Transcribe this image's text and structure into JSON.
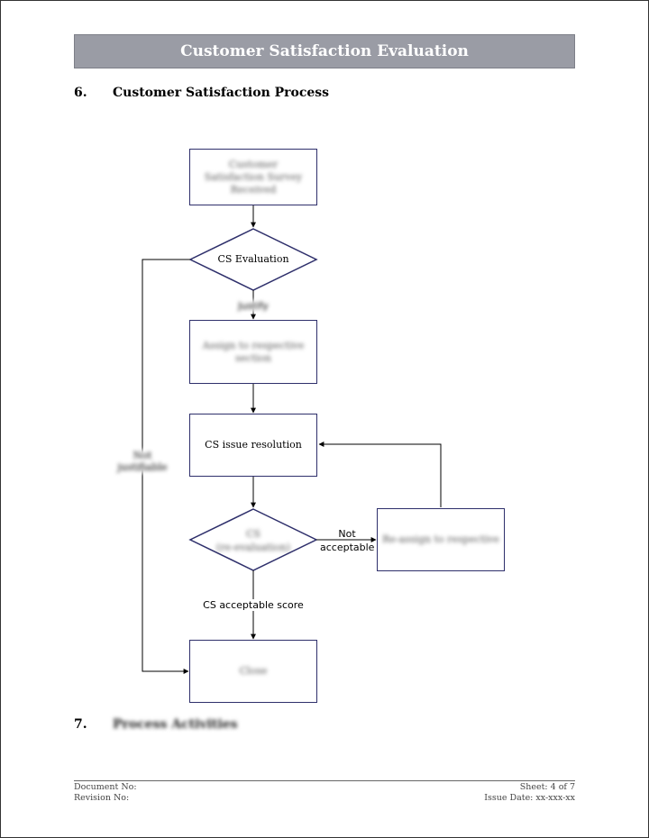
{
  "header": {
    "title": "Customer Satisfaction Evaluation"
  },
  "section6": {
    "number": "6.",
    "title": "Customer Satisfaction Process"
  },
  "section7": {
    "number": "7.",
    "title": "Process Activities"
  },
  "flowchart": {
    "start_box": "Customer Satisfaction Survey Received",
    "decision_1": "CS Evaluation",
    "label_justify": "Justify",
    "label_not_justifiable": "Not justifiable",
    "assign_box": "Assign to respective section",
    "resolution_box": "CS issue resolution",
    "decision_2_line1": "CS",
    "decision_2_line2": "(re-evaluation)",
    "label_not_acceptable_1": "Not",
    "label_not_acceptable_2": "acceptable",
    "reassign_box": "Re-assign to respective",
    "label_acceptable": "CS acceptable score",
    "close_box": "Close"
  },
  "footer": {
    "document_no": "Document No:",
    "revision_no": "Revision No:",
    "sheet": "Sheet: 4 of 7",
    "issue_date": "Issue Date: xx-xxx-xx"
  }
}
